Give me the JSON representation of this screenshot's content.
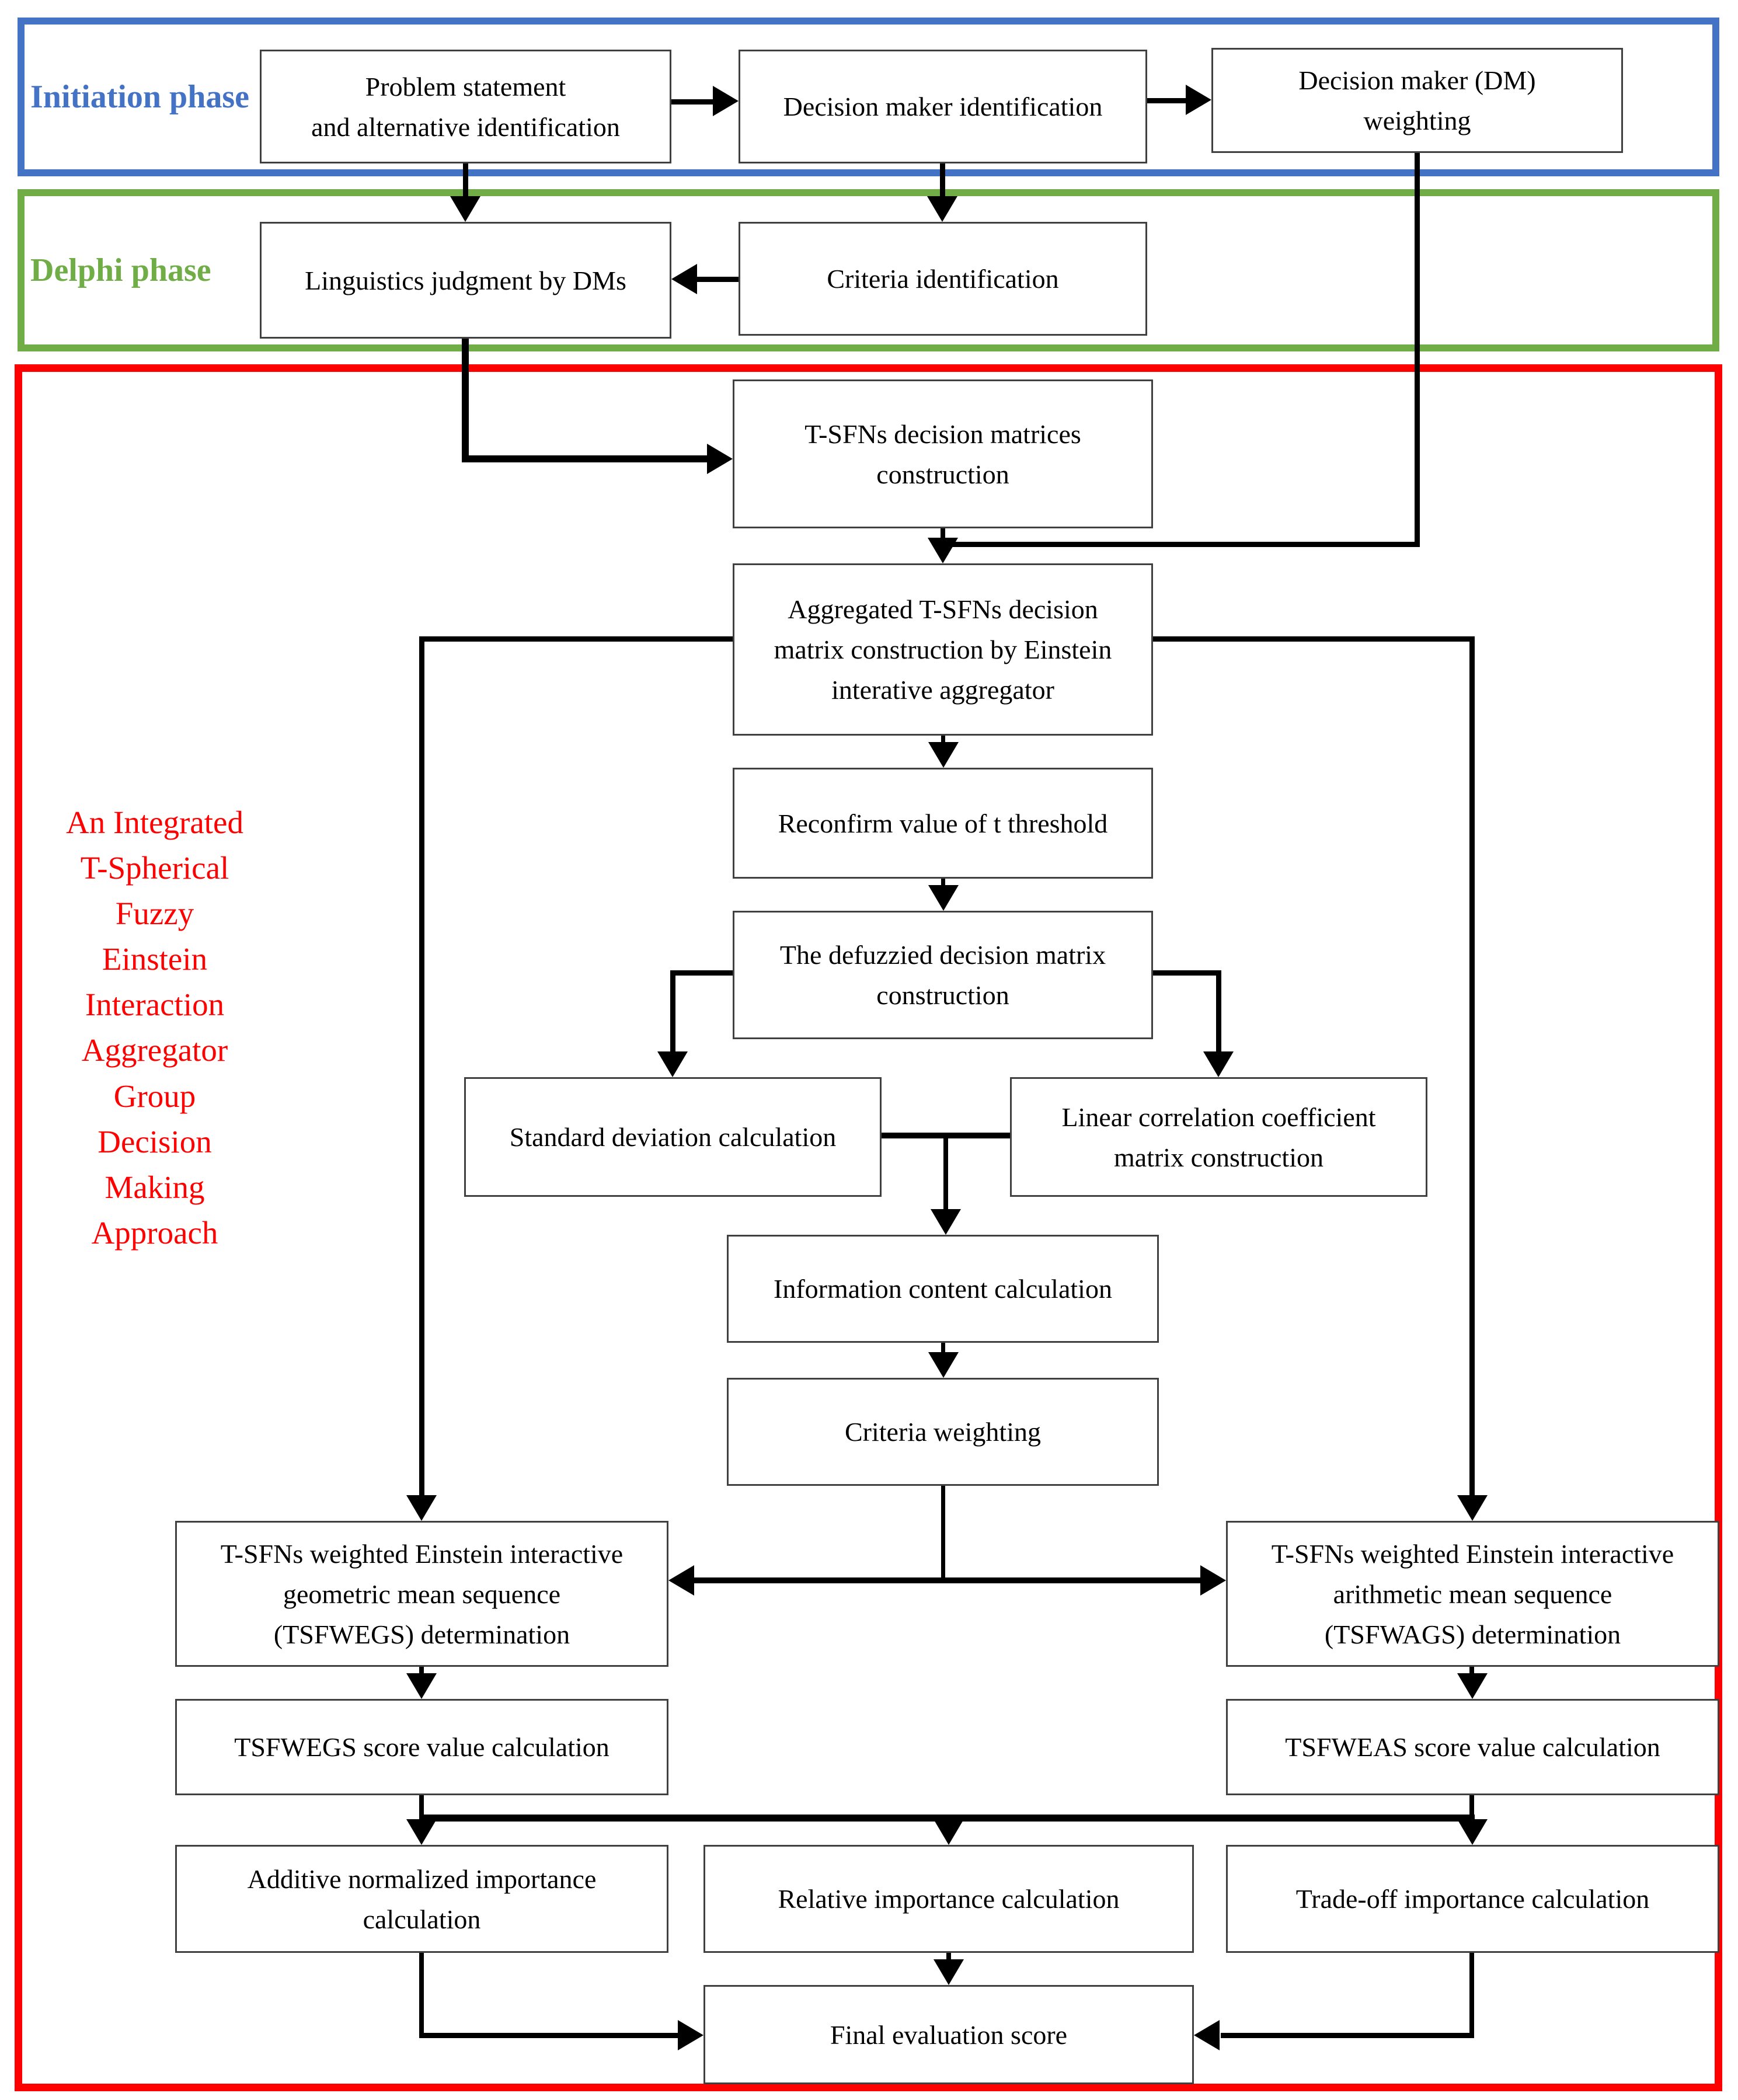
{
  "phases": {
    "initiation": {
      "label": "Initiation phase",
      "color": "#4472C4"
    },
    "delphi": {
      "label": "Delphi phase",
      "color": "#70AD47"
    },
    "approach": {
      "label": "An Integrated\nT-Spherical\nFuzzy\nEinstein\nInteraction\nAggregator\nGroup\nDecision\nMaking\nApproach",
      "color": "#FF0000"
    }
  },
  "nodes": {
    "problem_statement": "Problem statement\nand alternative identification",
    "dm_identification": "Decision maker identification",
    "dm_weighting": "Decision maker (DM)\nweighting",
    "linguistics_judgment": "Linguistics judgment by DMs",
    "criteria_identification": "Criteria identification",
    "tsfn_matrices": "T-SFNs decision matrices\nconstruction",
    "aggregated_matrix": "Aggregated T-SFNs decision\nmatrix construction by Einstein\ninterative aggregator",
    "reconfirm_threshold": "Reconfirm value of t threshold",
    "defuzzied_matrix": "The defuzzied decision matrix\nconstruction",
    "std_deviation": "Standard deviation calculation",
    "linear_correlation": "Linear correlation coefficient\nmatrix construction",
    "information_content": "Information content calculation",
    "criteria_weighting": "Criteria weighting",
    "tsfwegs": "T-SFNs weighted Einstein interactive\ngeometric mean sequence\n(TSFWEGS) determination",
    "tsfwags": "T-SFNs weighted Einstein interactive\narithmetic mean sequence\n(TSFWAGS) determination",
    "tsfwegs_score": "TSFWEGS score value calculation",
    "tsfweas_score": "TSFWEAS score value calculation",
    "additive_importance": "Additive normalized importance\ncalculation",
    "relative_importance": "Relative importance calculation",
    "tradeoff_importance": "Trade-off importance calculation",
    "final_score": "Final evaluation score"
  }
}
